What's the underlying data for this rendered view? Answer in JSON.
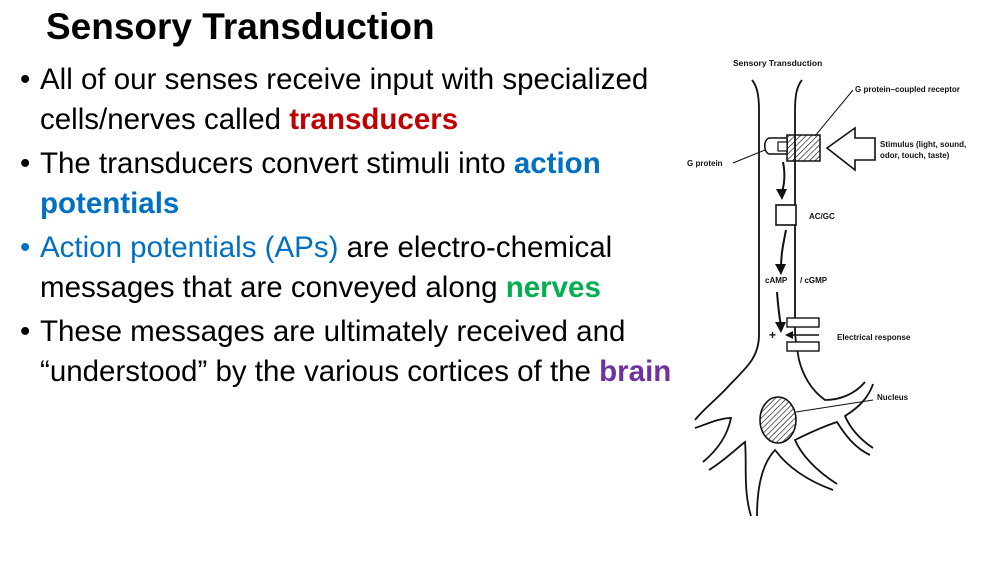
{
  "slide": {
    "title": "Sensory Transduction",
    "bullets": [
      {
        "text": "All of our senses receive input with specialized cells/nerves called ",
        "highlight": "transducers"
      },
      {
        "text": "The transducers convert stimuli into ",
        "highlight": "action potentials"
      },
      {
        "lead": "Action potentials (APs)",
        "text": " are electro-chemical messages that are conveyed along ",
        "highlight": "nerves"
      },
      {
        "text": "These messages are ultimately received and “understood” by the various cortices of the ",
        "highlight": "brain"
      }
    ],
    "colors": {
      "red": "#c00000",
      "blue": "#0070c0",
      "green": "#00b050",
      "purple": "#7030a0"
    }
  },
  "diagram": {
    "title": "Sensory Transduction",
    "labels": {
      "receptor": "G protein–coupled receptor",
      "stimulus_line1": "Stimulus (light, sound,",
      "stimulus_line2": "odor, touch, taste)",
      "g_protein": "G protein",
      "ac_gc": "AC/GC",
      "camp": "cAMP",
      "cgmp": "/ cGMP",
      "plus": "+",
      "electrical": "Electrical response",
      "nucleus": "Nucleus"
    }
  }
}
